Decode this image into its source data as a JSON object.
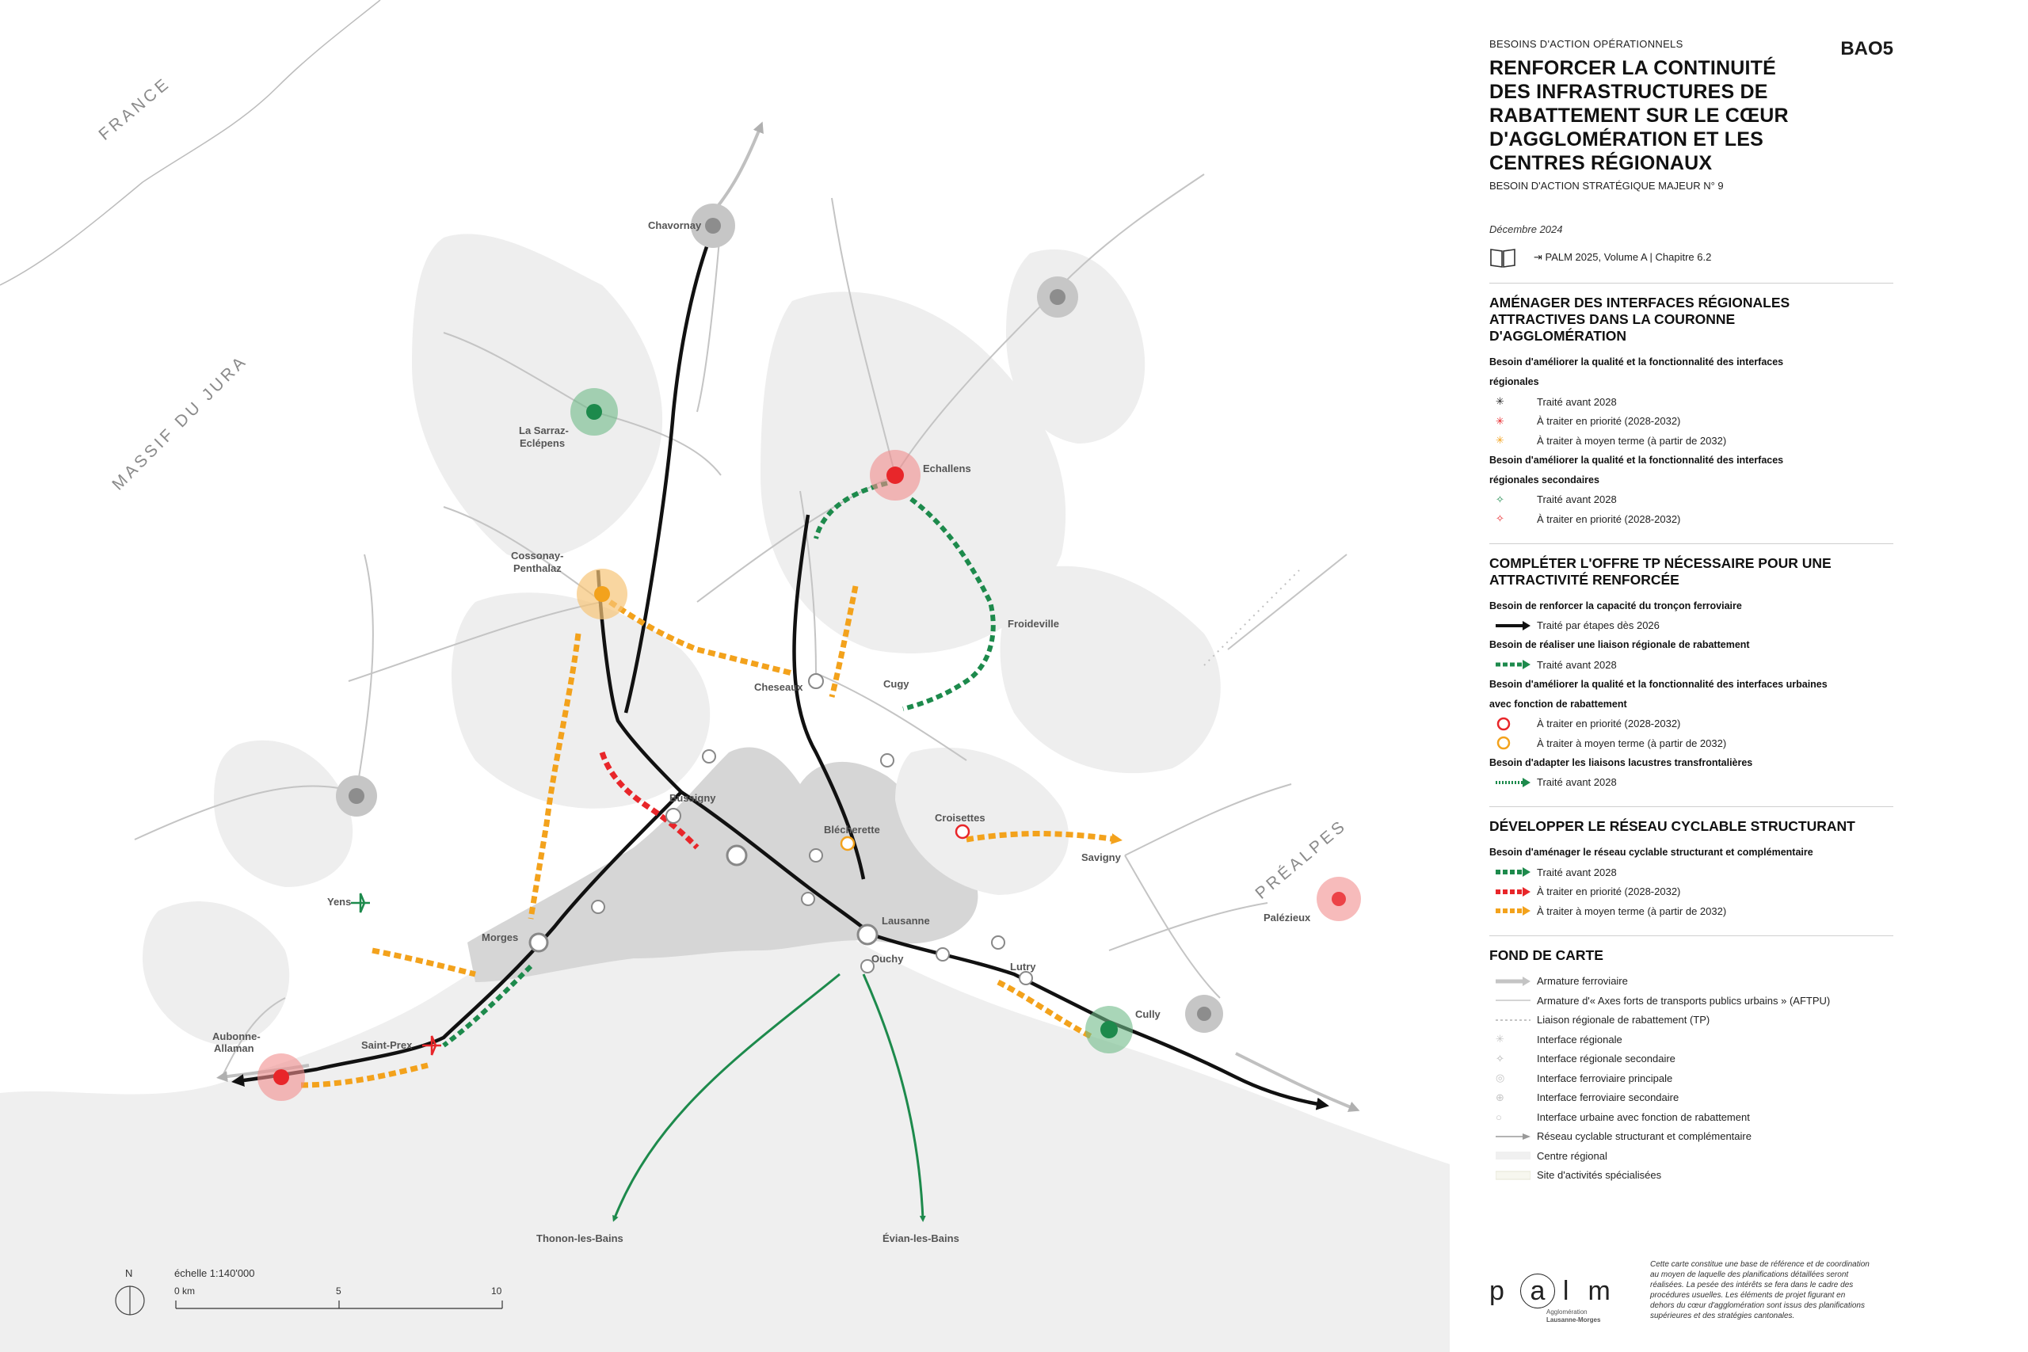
{
  "header": {
    "kicker": "BESOINS D'ACTION OPÉRATIONNELS",
    "code": "BAO5",
    "title_lines": [
      "RENFORCER LA CONTINUITÉ",
      "DES INFRASTRUCTURES DE",
      "RABATTEMENT SUR LE CŒUR",
      "D'AGGLOMÉRATION ET LES",
      "CENTRES RÉGIONAUX"
    ],
    "subtitle": "BESOIN D'ACTION STRATÉGIQUE MAJEUR N° 9",
    "date": "Décembre 2024",
    "reference": "⇥ PALM 2025, Volume A | Chapitre 6.2"
  },
  "legend": {
    "s1": {
      "title_lines": [
        "AMÉNAGER DES INTERFACES RÉGIONALES",
        "ATTRACTIVES DANS LA COURONNE",
        "D'AGGLOMÉRATION"
      ],
      "g1_lines": [
        "Besoin d'améliorer la qualité et la fonctionnalité des interfaces",
        "régionales"
      ],
      "g1_items": [
        "Traité avant 2028",
        "À traiter en priorité (2028-2032)",
        "À traiter à moyen terme (à partir de 2032)"
      ],
      "g2_lines": [
        "Besoin d'améliorer la qualité et la fonctionnalité des interfaces",
        "régionales secondaires"
      ],
      "g2_items": [
        "Traité avant 2028",
        "À traiter en priorité (2028-2032)"
      ]
    },
    "s2": {
      "title_lines": [
        "COMPLÉTER L'OFFRE TP NÉCESSAIRE POUR UNE",
        "ATTRACTIVITÉ RENFORCÉE"
      ],
      "g1": "Besoin de renforcer la capacité du tronçon ferroviaire",
      "g1_item": "Traité par étapes dès 2026",
      "g2": "Besoin de réaliser une liaison régionale de rabattement",
      "g2_item": "Traité avant 2028",
      "g3_lines": [
        "Besoin d'améliorer la qualité et la fonctionnalité des interfaces urbaines",
        "avec fonction de rabattement"
      ],
      "g3_items": [
        "À traiter en priorité (2028-2032)",
        "À traiter à moyen terme (à partir de 2032)"
      ],
      "g4": "Besoin d'adapter les liaisons lacustres transfrontalières",
      "g4_item": "Traité avant 2028"
    },
    "s3": {
      "title": "DÉVELOPPER LE RÉSEAU CYCLABLE STRUCTURANT",
      "g1": "Besoin d'aménager le réseau cyclable structurant et complémentaire",
      "items": [
        "Traité avant 2028",
        "À traiter en priorité (2028-2032)",
        "À traiter à moyen terme (à partir de 2032)"
      ]
    },
    "s4": {
      "title": "FOND DE CARTE",
      "items": [
        "Armature ferroviaire",
        "Armature d'« Axes forts de transports publics urbains » (AFTPU)",
        "Liaison régionale de rabattement (TP)",
        "Interface régionale",
        "Interface régionale secondaire",
        "Interface ferroviaire principale",
        "Interface ferroviaire secondaire",
        "Interface urbaine avec fonction de rabattement",
        "Réseau cyclable structurant et complémentaire",
        "Centre régional",
        "Site d'activités spécialisées"
      ]
    }
  },
  "logo": {
    "letters": [
      "p",
      "a",
      "l",
      "m"
    ],
    "line1": "Agglomération",
    "line2": "Lausanne-Morges"
  },
  "note_lines": [
    "Cette carte constitue une base de référence et de coordination",
    "au moyen de laquelle des planifications détaillées seront",
    "réalisées. La pesée des intérêts se fera dans le cadre des",
    "procédures usuelles. Les éléments de projet figurant en",
    "dehors du cœur d'agglomération sont issus des planifications",
    "supérieures et des stratégies cantonales."
  ],
  "map": {
    "regions": [
      "FRANCE",
      "MASSIF DU JURA",
      "PRÉALPES"
    ],
    "places": [
      "Chavornay",
      "La Sarraz-",
      "Eclépens",
      "Echallens",
      "Cossonay-",
      "Penthalaz",
      "Froideville",
      "Cheseaux",
      "Cugy",
      "Bussigny",
      "Blécherette",
      "Croisettes",
      "Savigny",
      "Yens",
      "Morges",
      "Lausanne",
      "Ouchy",
      "Lutry",
      "Palézieux",
      "Cully",
      "Aubonne-",
      "Allaman",
      "Saint-Prex",
      "Thonon-les-Bains",
      "Évian-les-Bains"
    ],
    "north": "N",
    "scale_title": "échelle 1:140'000",
    "scale_ticks": [
      "0 km",
      "5",
      "10"
    ]
  },
  "colors": {
    "green": "#1d8a4c",
    "red": "#e8262a",
    "orange": "#f3a21c",
    "rail": "#111111",
    "grey": "#a9a9a9"
  }
}
